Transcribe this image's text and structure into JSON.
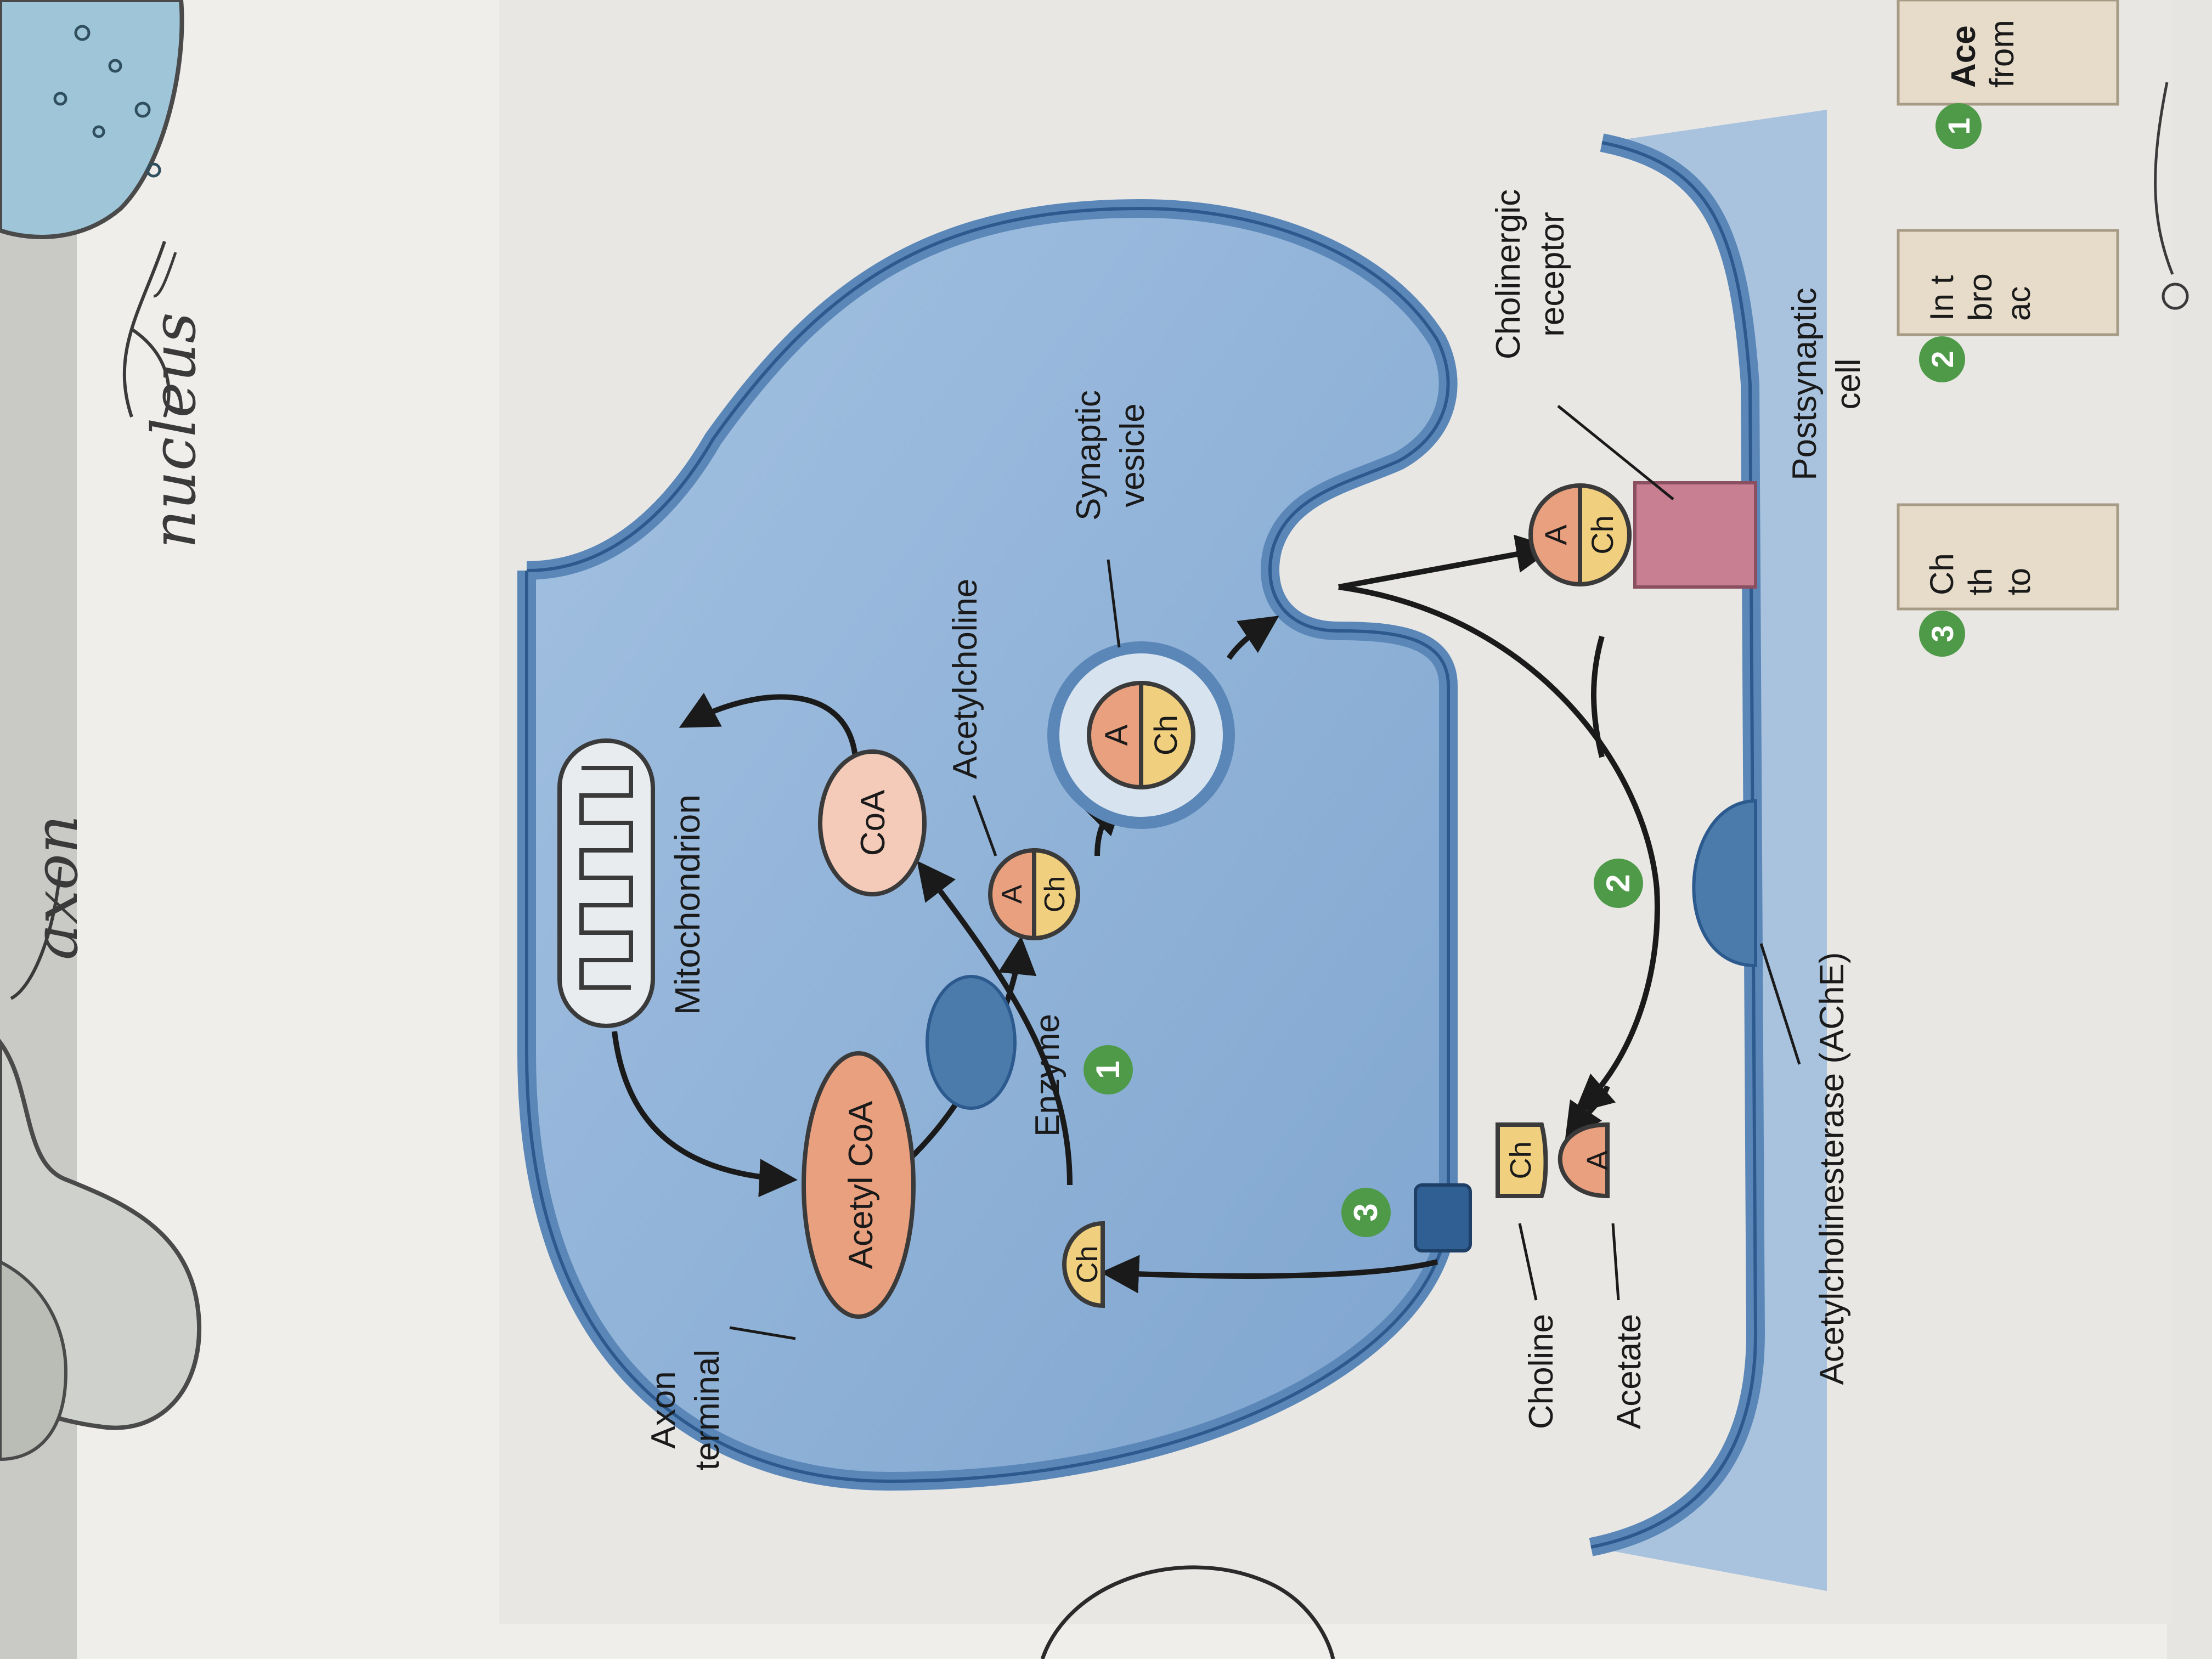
{
  "diagram": {
    "labels": {
      "axon_terminal_1": "Axon",
      "axon_terminal_2": "terminal",
      "mitochondrion": "Mitochondrion",
      "acetyl_coa": "Acetyl CoA",
      "coa": "CoA",
      "enzyme": "Enzyme",
      "acetylcholine": "Acetylcholine",
      "synaptic_vesicle_1": "Synaptic",
      "synaptic_vesicle_2": "vesicle",
      "cholinergic_receptor_1": "Cholinergic",
      "cholinergic_receptor_2": "receptor",
      "postsynaptic_cell_1": "Postsynaptic",
      "postsynaptic_cell_2": "cell",
      "ache": "Acetylcholinesterase (AChE)",
      "choline": "Choline",
      "acetate": "Acetate"
    },
    "molecule": {
      "a": "A",
      "ch": "Ch"
    },
    "steps": {
      "one": "1",
      "two": "2",
      "three": "3"
    },
    "side_boxes": [
      {
        "line1": "Ace",
        "line2": "from"
      },
      {
        "line1": "In t",
        "line2": "bro",
        "line3": "ac"
      },
      {
        "line1": "Ch",
        "line2": "th",
        "line3": "to"
      }
    ],
    "handwritten": {
      "axon": "axon",
      "nucleus": "nucleus"
    }
  },
  "colors": {
    "terminal_fill": "#8fb2d8",
    "membrane": "#5b87b8",
    "postsynaptic_fill": "#a9c3de",
    "acetyl_fill": "#e9a07f",
    "coa_fill": "#f3cbb8",
    "choline_fill": "#f0cf7e",
    "receptor": "#c97f92",
    "step_badge": "#4e9a48",
    "enzyme": "#4b7bab"
  }
}
